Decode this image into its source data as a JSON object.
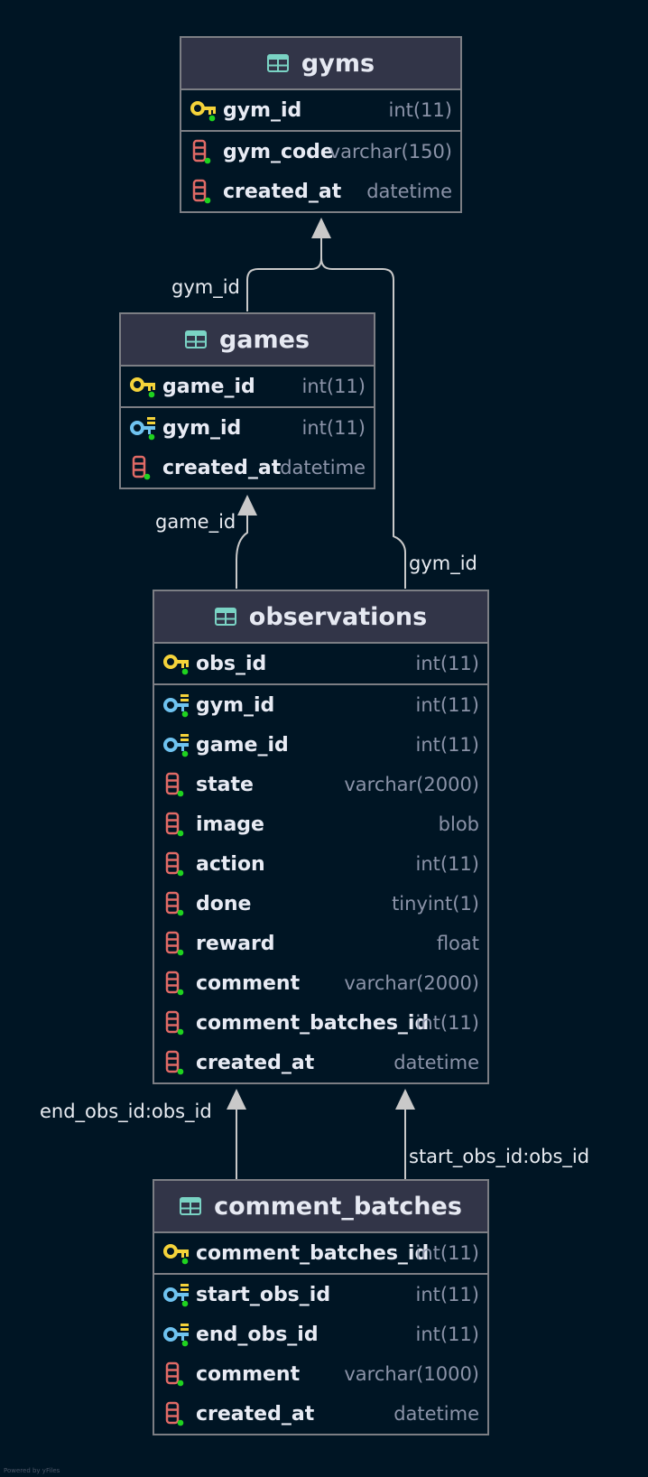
{
  "diagram": {
    "tables": [
      {
        "key": "gyms",
        "name": "gyms",
        "primary": {
          "name": "gym_id",
          "type": "int(11)",
          "kind": "primary-key"
        },
        "fields": [
          {
            "name": "gym_code",
            "type": "varchar(150)",
            "kind": "column"
          },
          {
            "name": "created_at",
            "type": "datetime",
            "kind": "column"
          }
        ]
      },
      {
        "key": "games",
        "name": "games",
        "primary": {
          "name": "game_id",
          "type": "int(11)",
          "kind": "primary-key"
        },
        "fields": [
          {
            "name": "gym_id",
            "type": "int(11)",
            "kind": "foreign-key"
          },
          {
            "name": "created_at",
            "type": "datetime",
            "kind": "column"
          }
        ]
      },
      {
        "key": "observations",
        "name": "observations",
        "primary": {
          "name": "obs_id",
          "type": "int(11)",
          "kind": "primary-key"
        },
        "fields": [
          {
            "name": "gym_id",
            "type": "int(11)",
            "kind": "foreign-key"
          },
          {
            "name": "game_id",
            "type": "int(11)",
            "kind": "foreign-key"
          },
          {
            "name": "state",
            "type": "varchar(2000)",
            "kind": "column"
          },
          {
            "name": "image",
            "type": "blob",
            "kind": "column"
          },
          {
            "name": "action",
            "type": "int(11)",
            "kind": "column"
          },
          {
            "name": "done",
            "type": "tinyint(1)",
            "kind": "column"
          },
          {
            "name": "reward",
            "type": "float",
            "kind": "column"
          },
          {
            "name": "comment",
            "type": "varchar(2000)",
            "kind": "column"
          },
          {
            "name": "comment_batches_id",
            "type": "int(11)",
            "kind": "column"
          },
          {
            "name": "created_at",
            "type": "datetime",
            "kind": "column"
          }
        ]
      },
      {
        "key": "comment_batches",
        "name": "comment_batches",
        "primary": {
          "name": "comment_batches_id",
          "type": "int(11)",
          "kind": "primary-key"
        },
        "fields": [
          {
            "name": "start_obs_id",
            "type": "int(11)",
            "kind": "foreign-key"
          },
          {
            "name": "end_obs_id",
            "type": "int(11)",
            "kind": "foreign-key"
          },
          {
            "name": "comment",
            "type": "varchar(1000)",
            "kind": "column"
          },
          {
            "name": "created_at",
            "type": "datetime",
            "kind": "column"
          }
        ]
      }
    ],
    "relations": [
      {
        "key": "games_gyms",
        "label": "gym_id",
        "from": "games",
        "to": "gyms"
      },
      {
        "key": "obs_gyms",
        "label": "gym_id",
        "from": "observations",
        "to": "gyms"
      },
      {
        "key": "obs_games",
        "label": "game_id",
        "from": "observations",
        "to": "games"
      },
      {
        "key": "cb_end",
        "label": "end_obs_id:obs_id",
        "from": "comment_batches",
        "to": "observations"
      },
      {
        "key": "cb_start",
        "label": "start_obs_id:obs_id",
        "from": "comment_batches",
        "to": "observations"
      }
    ],
    "footer": "Powered by yFiles",
    "colors": {
      "background": "#001524",
      "header": "#323548",
      "border": "#7c7e84",
      "primary_key_icon": "#f5d33a",
      "foreign_key_icon": "#6fc3f0",
      "column_icon": "#e06a66",
      "not_null_dot": "#1fd31f",
      "table_icon": "#7ad3c4",
      "edge": "#c9c9c9"
    }
  }
}
